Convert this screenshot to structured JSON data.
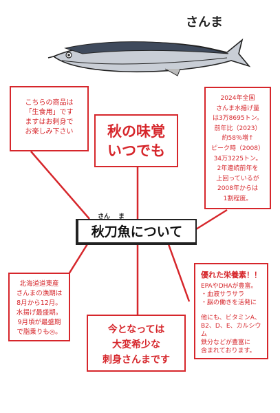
{
  "header": {
    "fish_title": "さんま"
  },
  "center": {
    "ruby_left": "さん",
    "ruby_right": "ま",
    "title": "秋刀魚について"
  },
  "top_left": {
    "lines": [
      "こちらの商品は",
      "「生食用」です",
      "ますはお刺身で",
      "お楽しみ下さい"
    ]
  },
  "top_middle": {
    "line1": "秋の味覚",
    "line2": "いつでも"
  },
  "top_right": {
    "lines": [
      "2024年全国",
      "さんま水揚げ量",
      "は3万8695トン。",
      "前年比（2023）",
      "約58％増↑",
      "ピーク時（2008）",
      "34万3225トン。",
      "2年連続前年を",
      "上回っているが",
      "2008年からは",
      "1割程度。"
    ]
  },
  "bottom_left": {
    "lines": [
      "北海道道東産",
      "さんまの漁期は",
      "8月から12月。",
      "水揚げ最盛期。",
      "9月頃が最盛期",
      "で脂乗りも◎。"
    ]
  },
  "bottom_middle": {
    "lines": [
      "今となっては",
      "大変希少な",
      "刺身さんまです"
    ]
  },
  "bottom_right": {
    "heading": "優れた栄養素！！",
    "lines1": [
      "EPAやDHAが豊富。",
      "・血液サラサラ",
      "・脳の働きを活発に"
    ],
    "lines2": [
      "他にも、ビタミンA、",
      "B2、D、E、カルシウム",
      "鉄分などが豊富に",
      "含まれております。"
    ]
  },
  "colors": {
    "accent": "#d6262b"
  }
}
